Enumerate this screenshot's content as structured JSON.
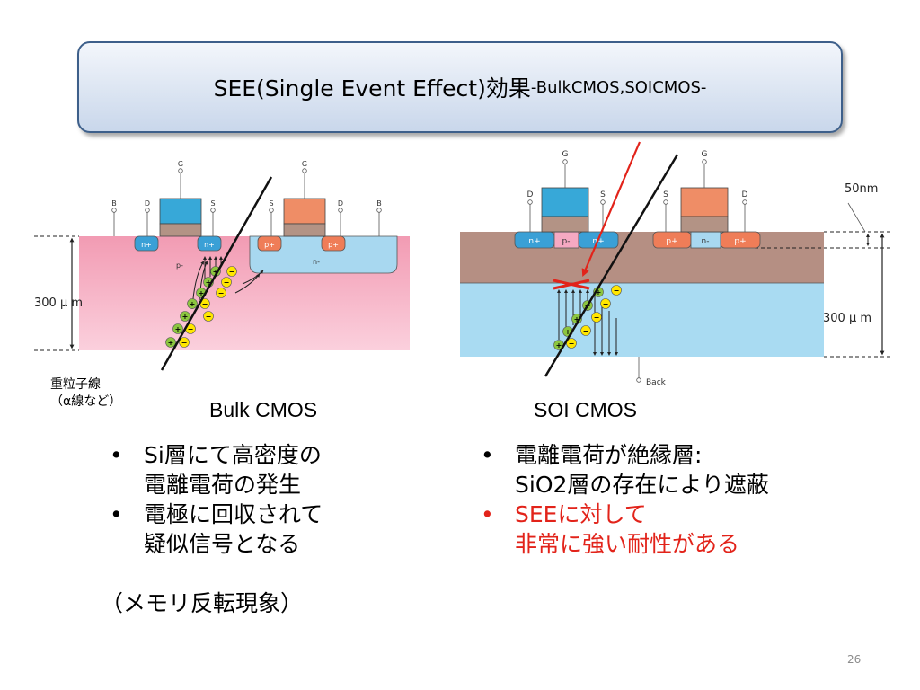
{
  "title": {
    "main": "SEE(Single Event Effect)効果",
    "suffix": "-BulkCMOS,SOICMOS-"
  },
  "bulk": {
    "caption": "Bulk CMOS",
    "depth_label": "300 μ m",
    "terminals": [
      "B",
      "D",
      "G",
      "S",
      "S",
      "G",
      "D",
      "B"
    ],
    "regions": [
      "n+",
      "n+",
      "p+",
      "p+",
      "p-",
      "n-"
    ],
    "note": [
      "重粒子線",
      "（α線など）"
    ]
  },
  "soi": {
    "caption": "SOI CMOS",
    "depth_label": "300 μ m",
    "thickness_label": "50nm",
    "terminals": [
      "D",
      "G",
      "S",
      "S",
      "G",
      "D",
      "Back"
    ],
    "regions": [
      "n+",
      "p-",
      "n+",
      "p+",
      "n-",
      "p+"
    ]
  },
  "left_text": {
    "bullets": [
      [
        "Si層にて高密度の",
        "電離電荷の発生"
      ],
      [
        "電極に回収されて",
        "疑似信号となる"
      ]
    ],
    "footer": "（メモリ反転現象）"
  },
  "right_text": {
    "bullets": [
      [
        "電離電荷が絶縁層:",
        "SiO2層の存在により遮蔽"
      ]
    ],
    "highlight": [
      "SEEに対して",
      "非常に強い耐性がある"
    ]
  },
  "page_number": "26",
  "colors": {
    "bulk_substrate": "#f3a9bd",
    "nwell": "#a8d8f0",
    "soi_silicon": "#b58f83",
    "soi_bottom": "#a9dbf2",
    "gate_blue": "#37a8d8",
    "gate_orange": "#ef8d66",
    "accent_red": "#e2231a",
    "charge_plus": "#8cc63f",
    "charge_minus": "#ffe600"
  },
  "icons": {
    "bullet": "•",
    "track": "particle-track-line",
    "block": "blocked-x-icon"
  }
}
